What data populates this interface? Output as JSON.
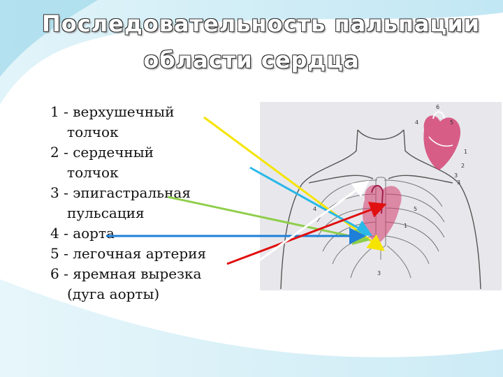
{
  "slide": {
    "title_line1": "Последовательность пальпации",
    "title_line2": "области сердца"
  },
  "legend": [
    {
      "num": "1",
      "line1": "верхушечный",
      "line2": "толчок"
    },
    {
      "num": "2",
      "line1": "сердечный",
      "line2": "толчок"
    },
    {
      "num": "3",
      "line1": "эпигастральная",
      "line2": "пульсация"
    },
    {
      "num": "4",
      "line1": "аорта",
      "line2": ""
    },
    {
      "num": "5",
      "line1": "легочная артерия",
      "line2": ""
    },
    {
      "num": "6",
      "line1": "яремная вырезка",
      "line2": "(дуга аорты)"
    }
  ],
  "diagram": {
    "labels": [
      "6",
      "4",
      "5",
      "1",
      "2",
      "3",
      "4",
      "5",
      "2",
      "1",
      "3",
      "3"
    ]
  },
  "colors": {
    "arrow_1": "#f5e400",
    "arrow_2": "#2ab8e8",
    "arrow_3": "#8fce4a",
    "arrow_4": "#1e7fd8",
    "arrow_5": "#e01010",
    "arrow_6": "#ffffff",
    "heart": "#d23a6e",
    "diagram_bg": "#e8e8ec"
  }
}
